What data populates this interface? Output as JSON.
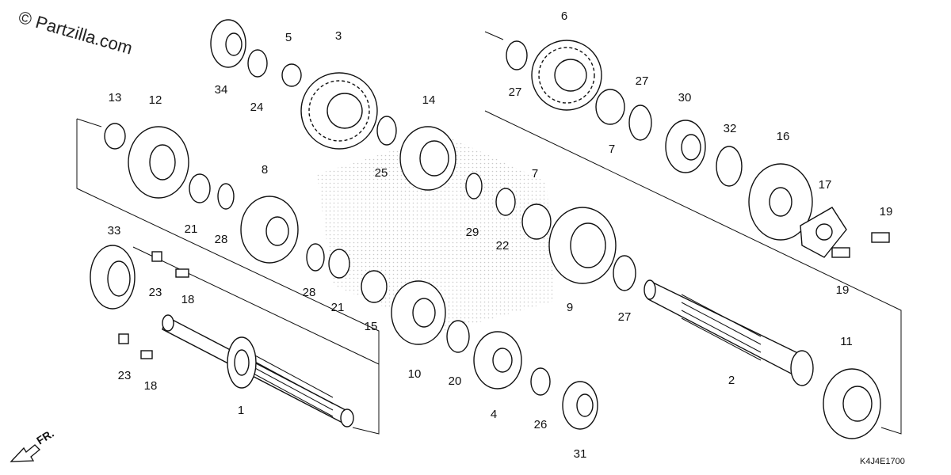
{
  "watermark": "© Partzilla.com",
  "diagram_code": "K4J4E1700",
  "front_arrow": "FR.",
  "parts": [
    {
      "id": "p34",
      "label": "34"
    },
    {
      "id": "p5",
      "label": "5"
    },
    {
      "id": "p3",
      "label": "3"
    },
    {
      "id": "p24",
      "label": "24"
    },
    {
      "id": "p13",
      "label": "13"
    },
    {
      "id": "p12",
      "label": "12"
    },
    {
      "id": "p14",
      "label": "14"
    },
    {
      "id": "p25",
      "label": "25"
    },
    {
      "id": "p8",
      "label": "8"
    },
    {
      "id": "p21a",
      "label": "21"
    },
    {
      "id": "p28a",
      "label": "28"
    },
    {
      "id": "p29",
      "label": "29"
    },
    {
      "id": "p22",
      "label": "22"
    },
    {
      "id": "p7a",
      "label": "7"
    },
    {
      "id": "p33",
      "label": "33"
    },
    {
      "id": "p23a",
      "label": "23"
    },
    {
      "id": "p18a",
      "label": "18"
    },
    {
      "id": "p28b",
      "label": "28"
    },
    {
      "id": "p21b",
      "label": "21"
    },
    {
      "id": "p15",
      "label": "15"
    },
    {
      "id": "p10",
      "label": "10"
    },
    {
      "id": "p20",
      "label": "20"
    },
    {
      "id": "p4",
      "label": "4"
    },
    {
      "id": "p26",
      "label": "26"
    },
    {
      "id": "p31",
      "label": "31"
    },
    {
      "id": "p23b",
      "label": "23"
    },
    {
      "id": "p18b",
      "label": "18"
    },
    {
      "id": "p1",
      "label": "1"
    },
    {
      "id": "p9",
      "label": "9"
    },
    {
      "id": "p27a",
      "label": "27"
    },
    {
      "id": "p6",
      "label": "6"
    },
    {
      "id": "p27b",
      "label": "27"
    },
    {
      "id": "p7b",
      "label": "7"
    },
    {
      "id": "p30",
      "label": "30"
    },
    {
      "id": "p32",
      "label": "32"
    },
    {
      "id": "p16",
      "label": "16"
    },
    {
      "id": "p17",
      "label": "17"
    },
    {
      "id": "p19a",
      "label": "19"
    },
    {
      "id": "p19b",
      "label": "19"
    },
    {
      "id": "p27c",
      "label": "27"
    },
    {
      "id": "p2",
      "label": "2"
    },
    {
      "id": "p11",
      "label": "11"
    }
  ]
}
